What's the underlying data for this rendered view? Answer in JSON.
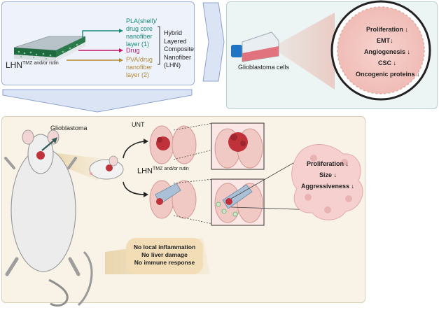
{
  "panel_top": {
    "lhn_label": "LHN",
    "lhn_sup": "TMZ and/or rutin",
    "shell_label": [
      "PLA(shell)/",
      "drug core",
      "nanofiber",
      "layer (1)"
    ],
    "drug_label": "Drug",
    "pva_label": [
      "PVA/drug",
      "nanofiber",
      "layer (2)"
    ],
    "hybrid_label": [
      "Hybrid",
      "Layered",
      "Composite",
      "Nanofiber",
      "(LHN)"
    ]
  },
  "panel_cells": {
    "cells_label": "Glioblastoma cells",
    "effects": [
      "Proliferation",
      "EMT",
      "Angiogenesis",
      "CSC",
      "Oncogenic proteins"
    ]
  },
  "panel_mouse": {
    "glioblastoma_label": "Glioblastoma",
    "unt_label": "UNT",
    "lhn_label": "LHN",
    "lhn_sup": "TMZ and/or rutin",
    "outcomes": [
      "Proliferation",
      "Size",
      "Aggressiveness"
    ],
    "safety": [
      "No local inflammation",
      "No  liver damage",
      "No immune response"
    ]
  },
  "colors": {
    "shell_teal": "#1a8a7a",
    "drug_magenta": "#c2186b",
    "pva_brown": "#b08a3a",
    "tumor_red": "#c0323a",
    "panel_blue": "#eef2fb",
    "panel_teal": "#edf5f4",
    "panel_cream": "#f8f3e6"
  }
}
